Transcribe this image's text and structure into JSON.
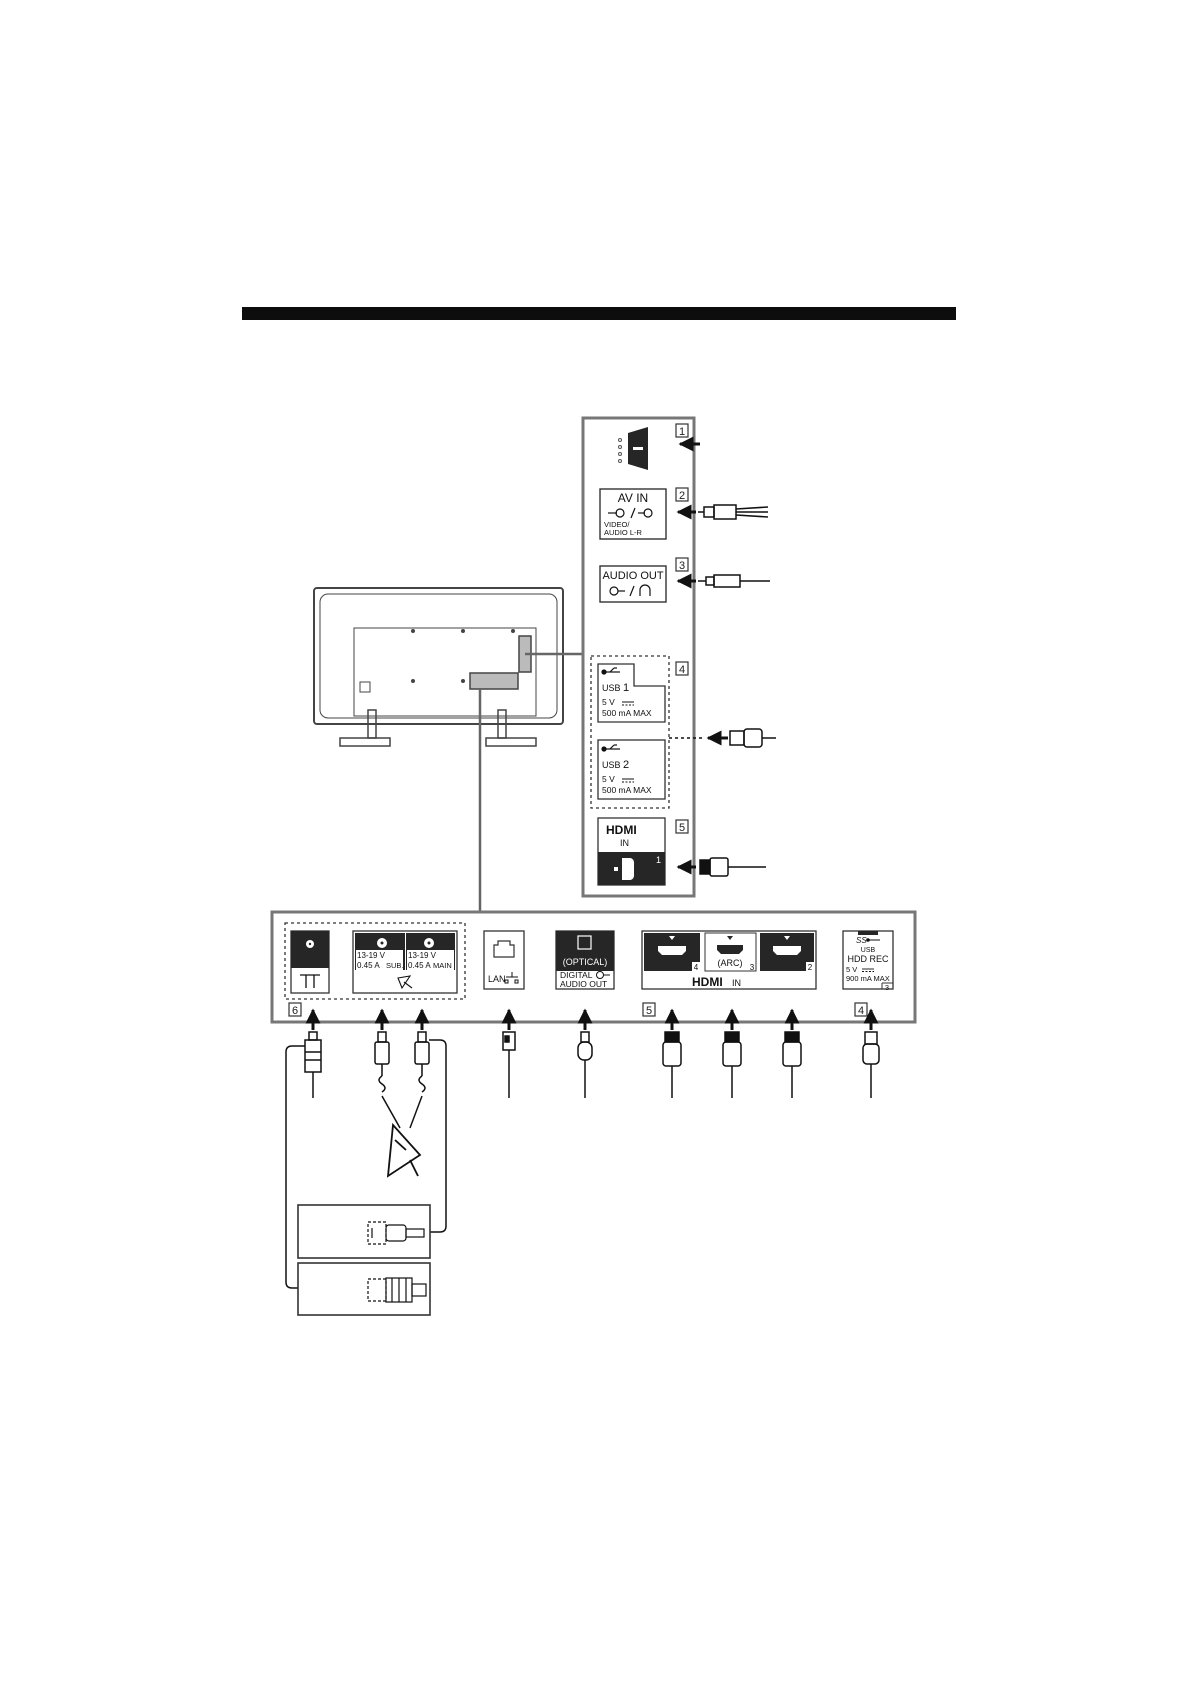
{
  "colors": {
    "line": "#555555",
    "dark": "#262626",
    "bar": "#0d0d0d",
    "port_bg": "#ffffff"
  },
  "side_panel": {
    "num_1": "1",
    "num_2": "2",
    "num_3": "3",
    "num_4": "4",
    "num_5": "5",
    "av_in": {
      "title": "AV IN",
      "sub1": "VIDEO/",
      "sub2": "AUDIO L-R"
    },
    "audio_out": {
      "title": "AUDIO OUT"
    },
    "usb1": {
      "label": "USB",
      "num": "1",
      "volt": "5 V",
      "amp": "500 mA MAX"
    },
    "usb2": {
      "label": "USB",
      "num": "2",
      "volt": "5 V",
      "amp": "500 mA MAX"
    },
    "hdmi1": {
      "logo": "HDMI",
      "in": "IN",
      "num": "1"
    }
  },
  "bottom_panel": {
    "num_6": "6",
    "num_5": "5",
    "num_4": "4",
    "sat_sub": {
      "volt": "13-19 V",
      "amp": "0.45 A",
      "tag": "SUB."
    },
    "sat_main": {
      "volt": "13-19 V",
      "amp": "0.45 A",
      "tag": "MAIN"
    },
    "lan": {
      "label": "LAN"
    },
    "optical": {
      "tag": "(OPTICAL)",
      "line1": "DIGITAL",
      "line2": "AUDIO OUT"
    },
    "hdmi": {
      "port4": "4",
      "arc": "(ARC)",
      "port3": "3",
      "port2": "2",
      "logo": "HDMI",
      "in": "IN"
    },
    "usb3": {
      "ss": "SS",
      "usb": "USB",
      "hdd": "HDD REC",
      "volt": "5 V",
      "amp": "900 mA MAX",
      "num": "3"
    }
  }
}
